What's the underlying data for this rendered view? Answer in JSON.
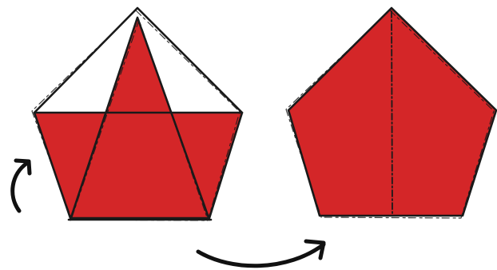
{
  "diagram": {
    "colors": {
      "paper_red": "#d42628",
      "paper_white": "#ffffff",
      "ink": "#1a1a1a"
    },
    "steps": [
      {
        "id": "step-1",
        "shape": "pentagon",
        "front": "white",
        "folded_flaps": "red",
        "center_triangle": "red"
      },
      {
        "id": "step-2",
        "shape": "pentagon",
        "front": "red",
        "crease": "vertical-center"
      }
    ],
    "arrows": [
      {
        "id": "rotate-arrow",
        "icon": "curved-arrow-up"
      },
      {
        "id": "turn-over-arrow",
        "icon": "curved-arrow-right"
      }
    ]
  }
}
